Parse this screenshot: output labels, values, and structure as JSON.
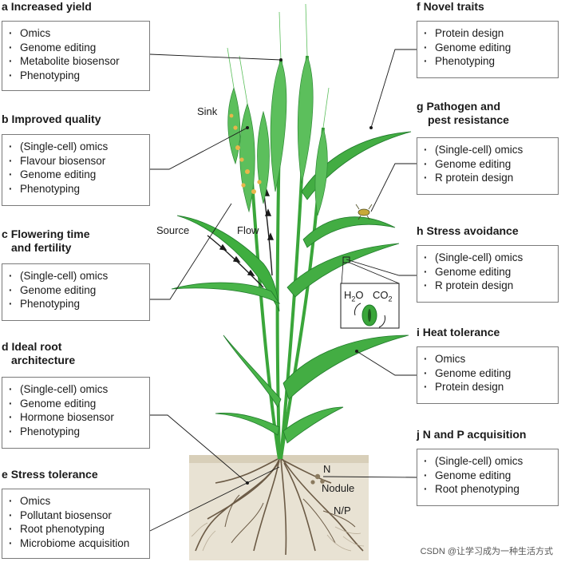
{
  "panels": {
    "a": {
      "letter": "a",
      "title": "Increased yield",
      "items": [
        "Omics",
        "Genome editing",
        "Metabolite biosensor",
        "Phenotyping"
      ]
    },
    "b": {
      "letter": "b",
      "title": "Improved quality",
      "items": [
        "(Single-cell) omics",
        "Flavour biosensor",
        "Genome editing",
        "Phenotyping"
      ]
    },
    "c": {
      "letter": "c",
      "title": "Flowering time",
      "title2": "and fertility",
      "items": [
        "(Single-cell) omics",
        "Genome editing",
        "Phenotyping"
      ]
    },
    "d": {
      "letter": "d",
      "title": "Ideal root",
      "title2": "architecture",
      "items": [
        "(Single-cell) omics",
        "Genome editing",
        "Hormone biosensor",
        "Phenotyping"
      ]
    },
    "e": {
      "letter": "e",
      "title": "Stress tolerance",
      "items": [
        "Omics",
        "Pollutant biosensor",
        "Root phenotyping",
        "Microbiome acquisition"
      ]
    },
    "f": {
      "letter": "f",
      "title": "Novel traits",
      "items": [
        "Protein design",
        "Genome editing",
        "Phenotyping"
      ]
    },
    "g": {
      "letter": "g",
      "title": "Pathogen and",
      "title2": "pest resistance",
      "items": [
        "(Single-cell) omics",
        "Genome editing",
        "R protein design"
      ]
    },
    "h": {
      "letter": "h",
      "title": "Stress avoidance",
      "items": [
        "(Single-cell) omics",
        "Genome editing",
        "R protein design"
      ]
    },
    "i": {
      "letter": "i",
      "title": "Heat tolerance",
      "items": [
        "Omics",
        "Genome editing",
        "Protein design"
      ]
    },
    "j": {
      "letter": "j",
      "title": "N and P acquisition",
      "items": [
        "(Single-cell) omics",
        "Genome editing",
        "Root phenotyping"
      ]
    }
  },
  "plant_labels": {
    "sink": "Sink",
    "source": "Source",
    "flow": "Flow",
    "n": "N",
    "nodule": "Nodule",
    "np": "N/P"
  },
  "stomata": {
    "h2o": "H",
    "h2o_sub": "2",
    "h2o_end": "O",
    "co2": "CO",
    "co2_sub": "2"
  },
  "watermark": "CSDN @让学习成为一种生活方式",
  "colors": {
    "leaf": "#3aa63a",
    "leaf_dark": "#1f7a2a",
    "soil": "#e6dfcf",
    "root": "#6b5a45",
    "box_border": "#7a7a7a"
  }
}
